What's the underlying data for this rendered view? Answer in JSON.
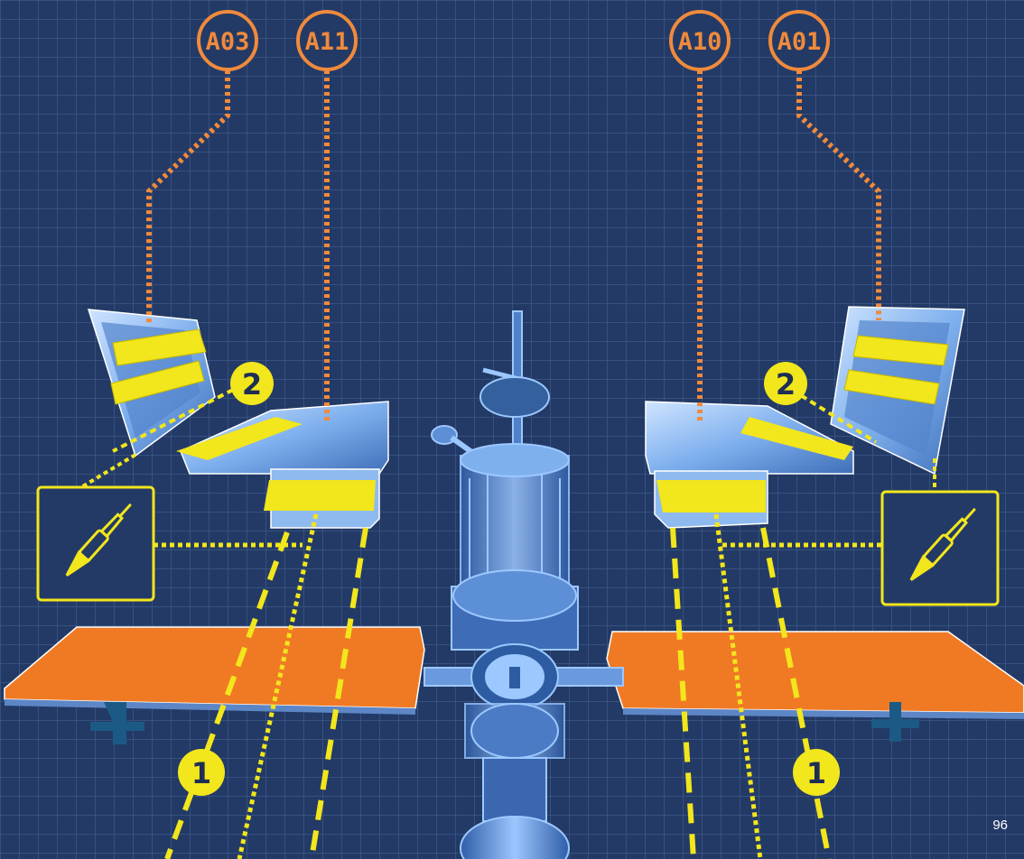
{
  "part_labels": [
    {
      "id": "A03",
      "text": "A03"
    },
    {
      "id": "A11",
      "text": "A11"
    },
    {
      "id": "A10",
      "text": "A10"
    },
    {
      "id": "A01",
      "text": "A01"
    }
  ],
  "steps": [
    {
      "text": "2"
    },
    {
      "text": "2"
    },
    {
      "text": "1"
    },
    {
      "text": "1"
    }
  ],
  "tool": {
    "icon": "soldering-iron-icon"
  },
  "page_number": "96",
  "colors": {
    "background": "#233a66",
    "grid": "#3c5789",
    "label": "#f08a3c",
    "marker": "#f2e61c",
    "panel": "#f07a24",
    "model": "#9cc8ff"
  }
}
